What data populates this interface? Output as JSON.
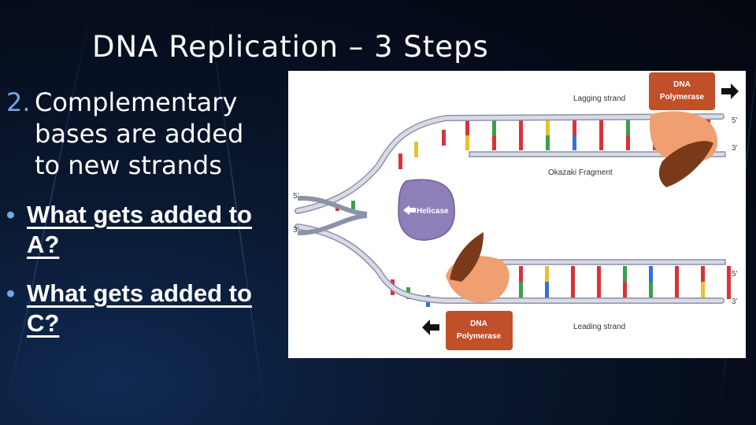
{
  "slide": {
    "title": "DNA Replication – 3 Steps",
    "step": {
      "number": "2.",
      "text": "Complementary bases are added to new strands"
    },
    "questions": [
      {
        "bullet": "•",
        "text": "What gets added to A?"
      },
      {
        "bullet": "•",
        "text": "What gets added to C?"
      }
    ]
  },
  "diagram": {
    "labels": {
      "lagging_strand": "Lagging strand",
      "leading_strand": "Leading strand",
      "okazaki": "Okazaki Fragment",
      "helicase": "Helicase",
      "polymerase_top_1": "DNA",
      "polymerase_top_2": "Polymerase",
      "polymerase_bottom_1": "DNA",
      "polymerase_bottom_2": "Polymerase",
      "five_prime_left": "5'",
      "three_prime_left": "3'",
      "five_prime_top_right": "5'",
      "three_prime_top_right": "3'",
      "five_prime_bottom_right": "5'",
      "three_prime_bottom_right": "3'"
    },
    "colors": {
      "backbone": "#cfd3e0",
      "backbone_edge": "#8c92a8",
      "helicase": "#8f7fb8",
      "polymerase_box": "#c0502a",
      "polymerase_body": "#f0a070",
      "polymerase_arm": "#7a3a1a",
      "base_red": "#d9333a",
      "base_green": "#3aa04a",
      "base_blue": "#3a6fd0",
      "base_yellow": "#e8c030"
    }
  }
}
